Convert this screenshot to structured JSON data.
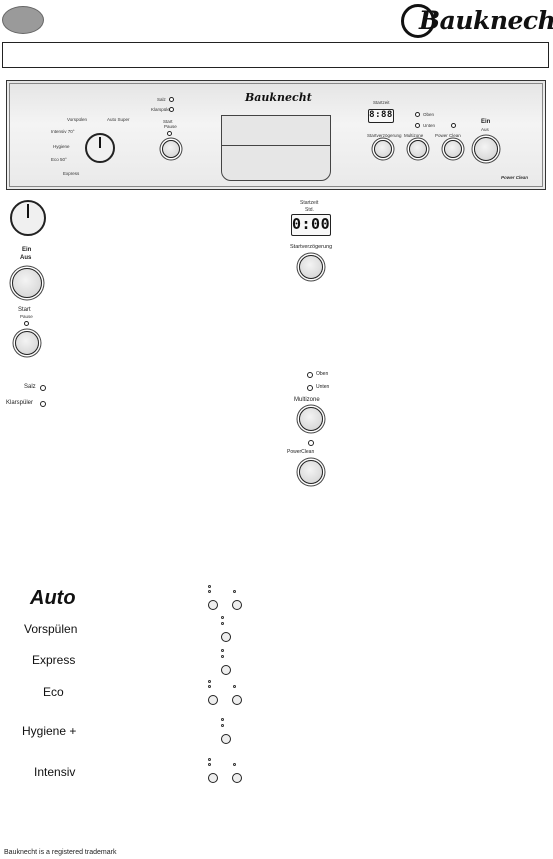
{
  "header": {
    "brand": "Bauknecht"
  },
  "panel": {
    "brand": "Bauknecht",
    "knob_labels": [
      "Vorspülen",
      "Auto Super",
      "Intensiv 70°",
      "Hygiene",
      "Eco 50°",
      "Express"
    ],
    "salt_label": "Salz",
    "rinse_label": "Klarspüler",
    "start_label": "Start",
    "start_sub": "Pause",
    "display_caption": "Startzeit",
    "display_value": "8:88",
    "delay_button_label": "Startverzögerung",
    "multizone_label": "Multizone",
    "multizone_led_top": "Oben",
    "multizone_led_bottom": "Unten",
    "power_clean_label": "Power Clean",
    "on_off_label": "Ein",
    "on_off_sub": "Aus",
    "eco_badge": "Power Clean"
  },
  "detail_left": {
    "on_off_label": "Ein",
    "on_off_sub": "Aus",
    "start_label": "Start",
    "start_sub": "Pause",
    "salt_label": "Salz",
    "rinse_label": "Klarspüler"
  },
  "detail_right": {
    "display_caption": "Startzeit",
    "display_sub": "Std.",
    "display_value": "0:00",
    "delay_button_label": "Startverzögerung",
    "multizone_led_top": "Oben",
    "multizone_led_bottom": "Unten",
    "multizone_label": "Multizone",
    "power_clean_label": "PowerClean"
  },
  "programs": [
    {
      "label": "Auto",
      "mini": "two-buttons"
    },
    {
      "label": "Vorspülen",
      "mini": "one-button"
    },
    {
      "label": "Express",
      "mini": "one-button"
    },
    {
      "label": "Eco",
      "mini": "two-buttons"
    },
    {
      "label": "Hygiene +",
      "mini": "one-button"
    },
    {
      "label": "Intensiv",
      "mini": "two-buttons"
    }
  ],
  "footer": {
    "trademark": "Bauknecht is a registered trademark"
  }
}
